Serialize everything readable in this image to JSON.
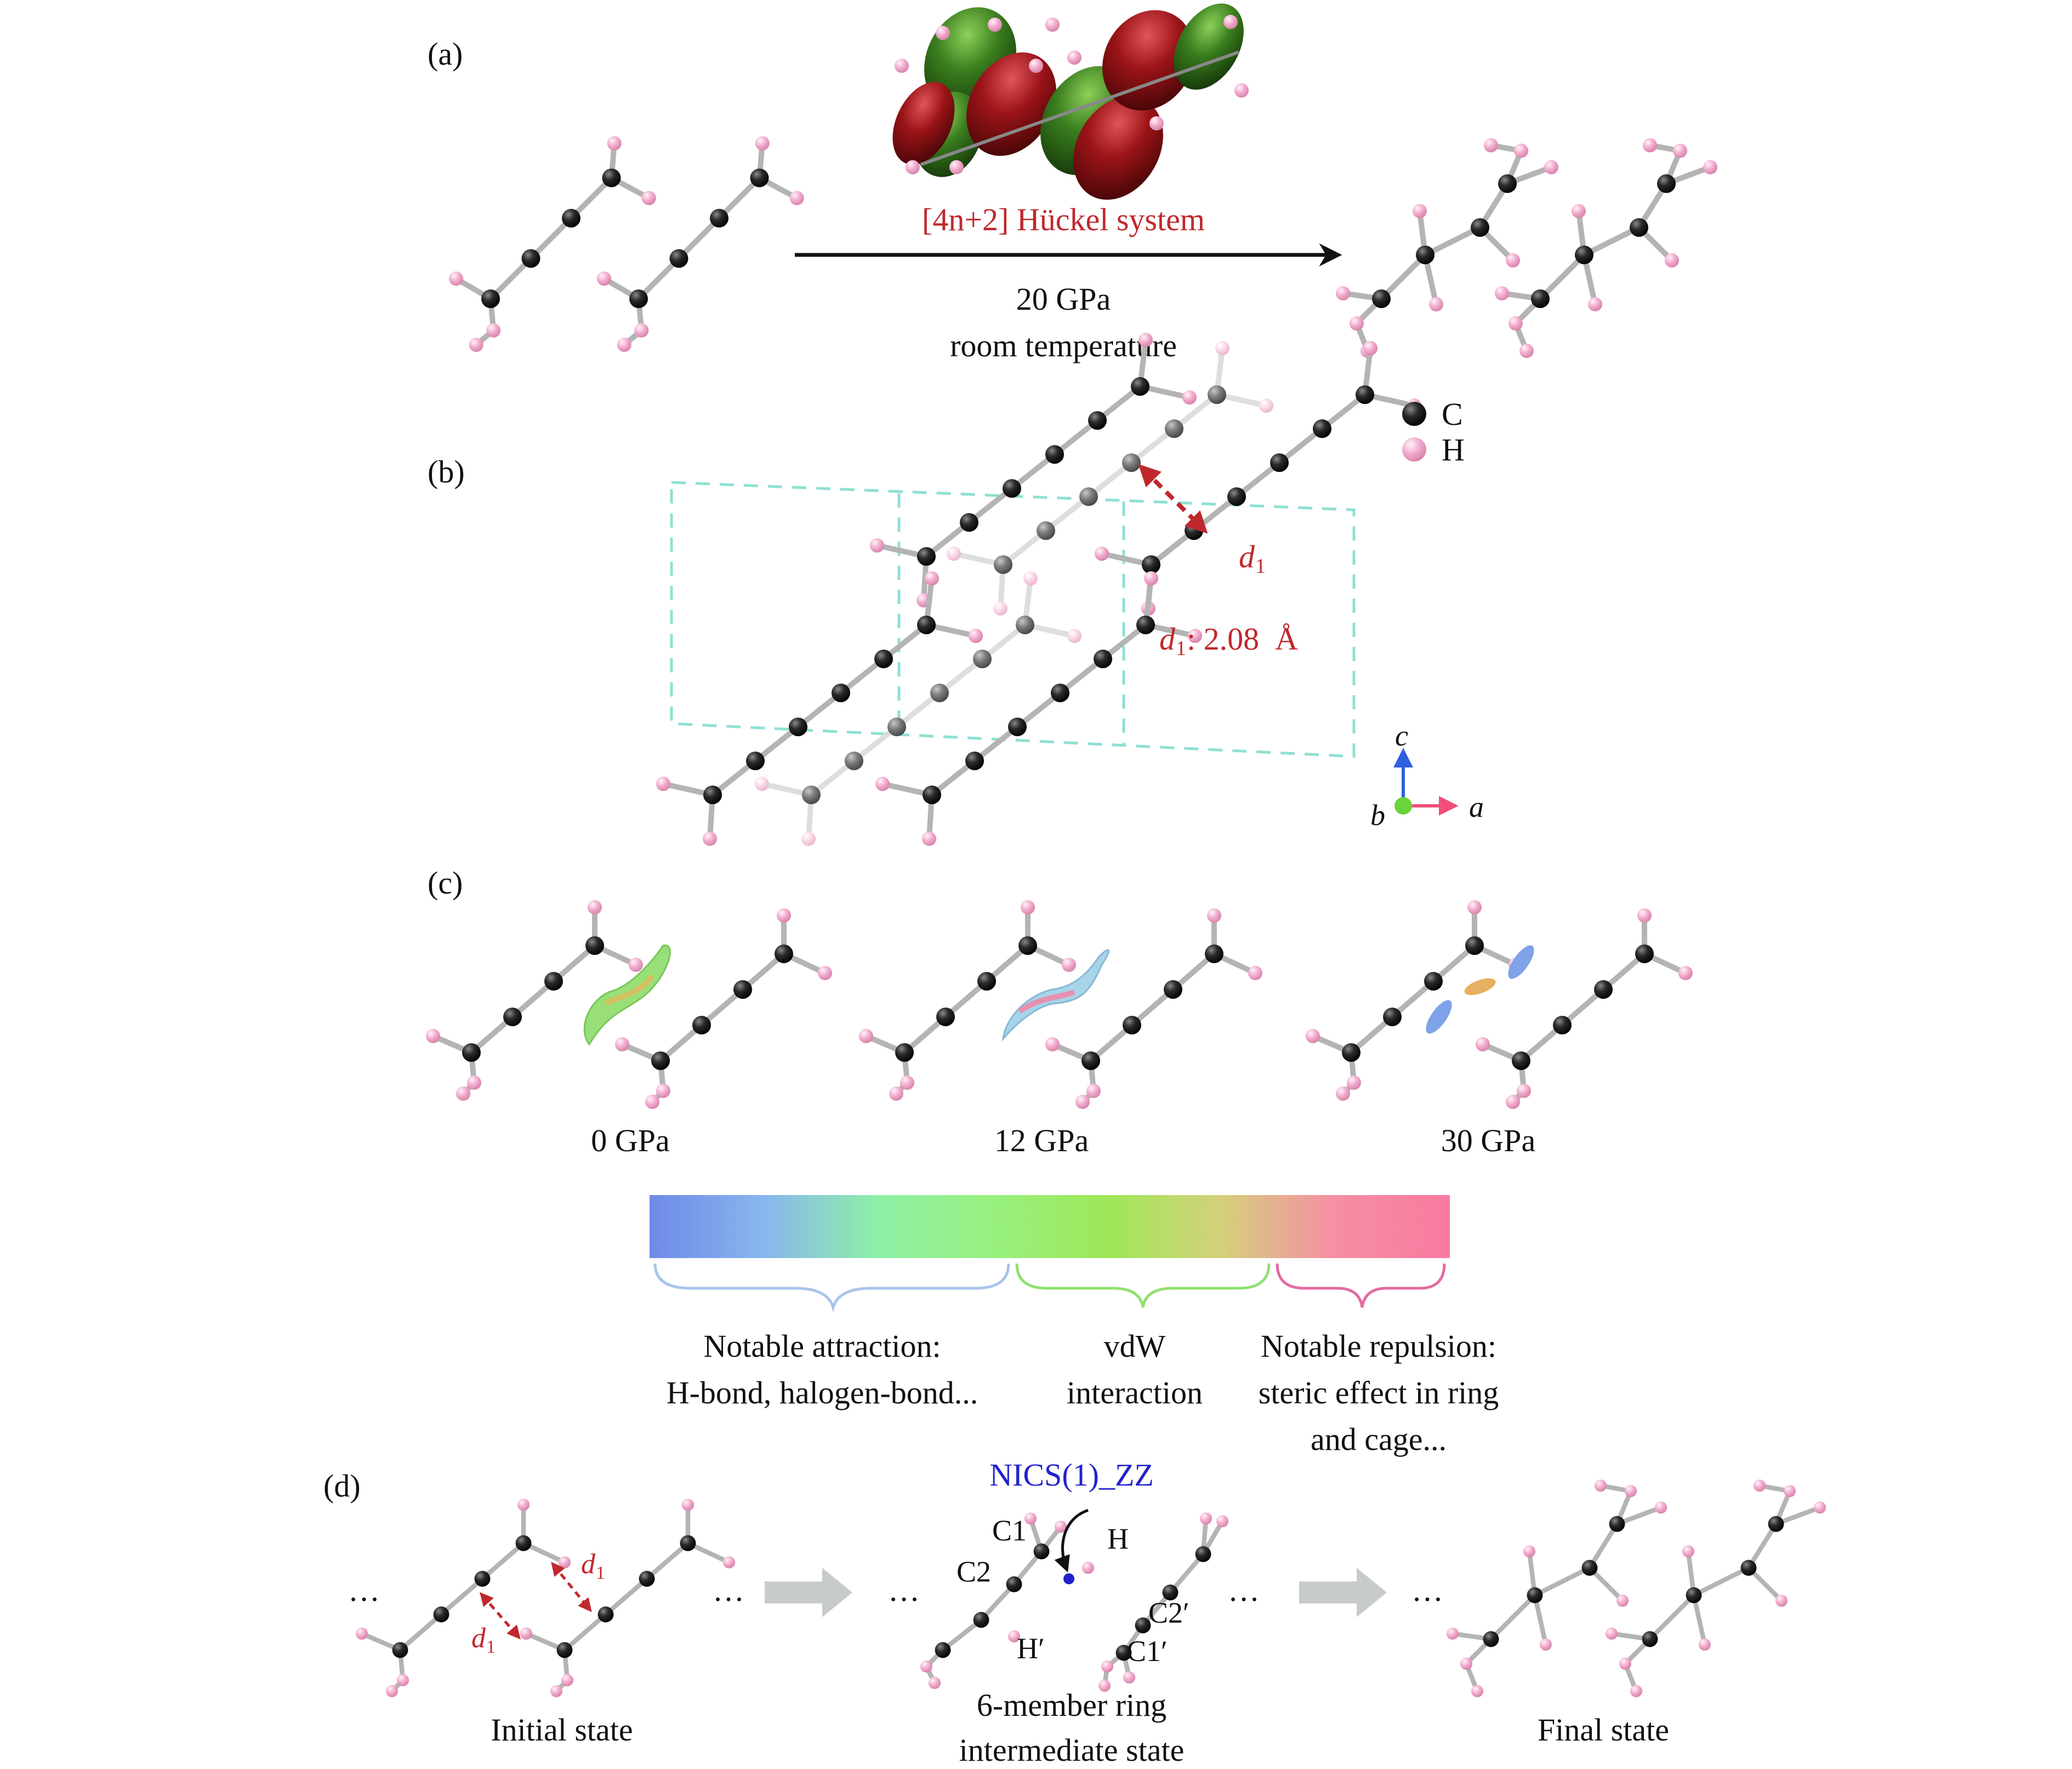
{
  "colors": {
    "carbon": "#1a1a1a",
    "carbon_faded": "#6f6f6f",
    "hydrogen": "#f2aacd",
    "hydrogen_faded": "#f7d3e3",
    "bond": "#b4b4b4",
    "red_text": "#c0282d",
    "blue_text": "#2222cc",
    "cell_dashed": "#8ee0d4",
    "orbital_red": "#8a0f12",
    "orbital_green": "#2f6e1a",
    "arrow_gray": "#c8ccc8",
    "brace_blue": "#a8c4ea",
    "brace_green": "#90e070",
    "brace_pink": "#e46aa0"
  },
  "panel_a": {
    "label": "(a)",
    "system_label": "[4n+2] Hückel system",
    "pressure": "20 GPa",
    "condition": "room temperature"
  },
  "panel_b": {
    "label": "(b)",
    "legend": [
      {
        "symbol": "C",
        "icon": "carbon-atom-icon"
      },
      {
        "symbol": "H",
        "icon": "hydrogen-atom-icon"
      }
    ],
    "distance_symbol": "d",
    "distance_subscript": "1",
    "distance_value": ": 2.08  Å",
    "axes": {
      "c": "c",
      "b": "b",
      "a": "a"
    }
  },
  "panel_c": {
    "label": "(c)",
    "pressures": [
      "0 GPa",
      "12 GPa",
      "30 GPa"
    ],
    "colorbar": {
      "stops": [
        "#6f8ae8",
        "#88b6ee",
        "#8ef0a6",
        "#98f07e",
        "#9ee858",
        "#d4d07c",
        "#f68ea4",
        "#f87aa0"
      ]
    },
    "categories": [
      {
        "line1": "Notable attraction:",
        "line2": "H-bond, halogen-bond...",
        "line3": ""
      },
      {
        "line1": "vdW",
        "line2": "interaction",
        "line3": ""
      },
      {
        "line1": "Notable repulsion:",
        "line2": "steric effect in ring",
        "line3": "and cage..."
      }
    ]
  },
  "panel_d": {
    "label": "(d)",
    "ellipsis": "…",
    "nics_label": "NICS(1)_ZZ",
    "atom_labels": {
      "c1": "C1",
      "c2": "C2",
      "h": "H",
      "h_prime": "H′",
      "c2_prime": "C2′",
      "c1_prime": "C1′"
    },
    "distance_symbol": "d",
    "distance_subscript": "1",
    "states": [
      {
        "line1": "Initial state",
        "line2": ""
      },
      {
        "line1": "6-member ring",
        "line2": "intermediate state"
      },
      {
        "line1": "Final state",
        "line2": ""
      }
    ]
  }
}
